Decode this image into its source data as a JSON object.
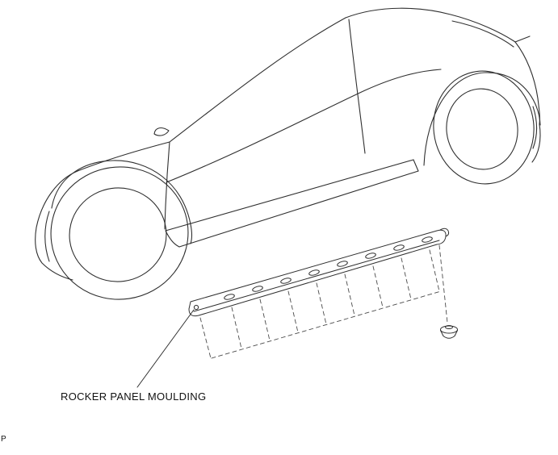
{
  "canvas": {
    "background": "#ffffff",
    "line_color": "#2f2f2f",
    "dashed_line_color": "#4a4a4a"
  },
  "labels": {
    "part_callout": "ROCKER PANEL MOULDING",
    "page_mark": "P"
  },
  "parts": [
    {
      "name": "car-side-body",
      "description": "vehicle side outline with front and rear wheels"
    },
    {
      "name": "rocker-panel-moulding",
      "description": "long side sill moulding strip with clip holes"
    },
    {
      "name": "retainer-clip",
      "description": "small fastener clip shown exploded below moulding end"
    }
  ]
}
